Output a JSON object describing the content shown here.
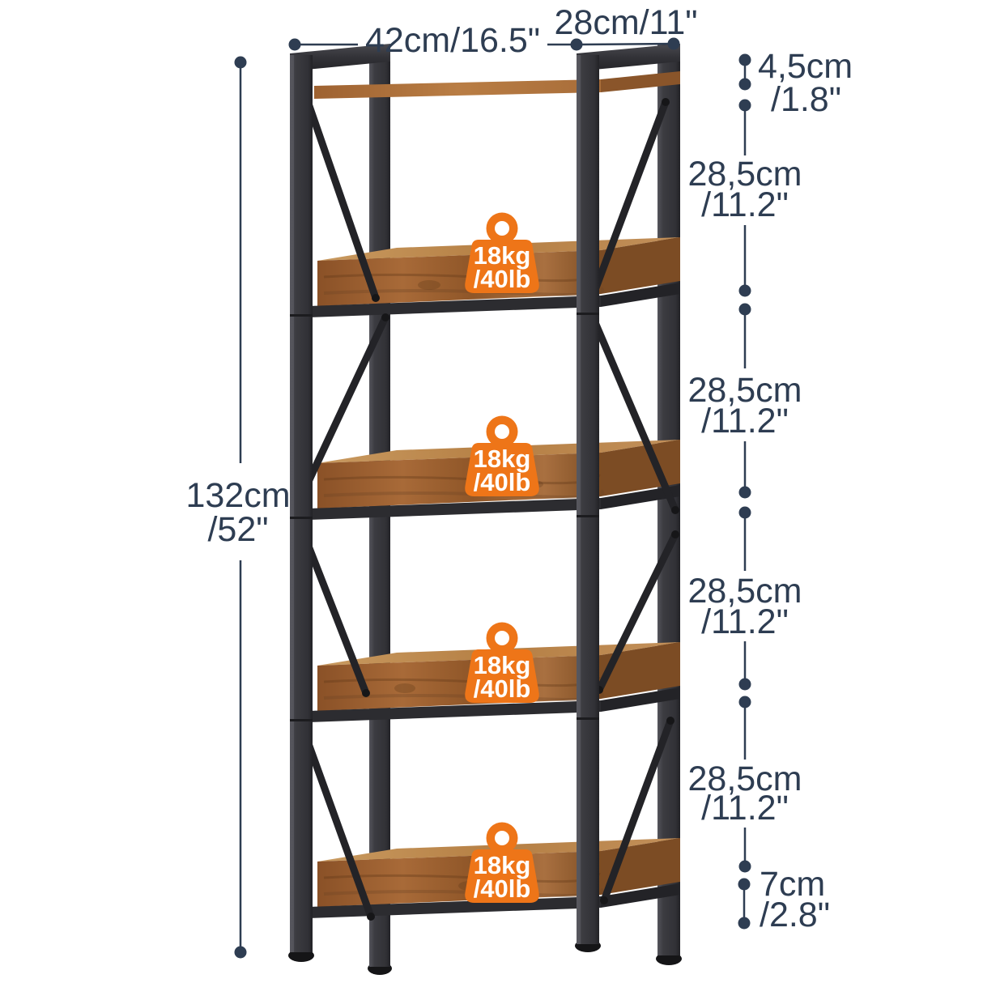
{
  "diagram": {
    "type": "product-dimension-diagram",
    "product": "5-tier industrial bookshelf, black metal frame with rustic brown wood shelves",
    "dims": {
      "width": "42cm/16.5\"",
      "depth": "28cm/11\"",
      "height": [
        "132cm",
        "/52\""
      ],
      "right": [
        [
          "4,5cm",
          "/1.8\""
        ],
        [
          "28,5cm",
          "/11.2\""
        ],
        [
          "28,5cm",
          "/11.2\""
        ],
        [
          "28,5cm",
          "/11.2\""
        ],
        [
          "28,5cm",
          "/11.2\""
        ],
        [
          "7cm",
          "/2.8\""
        ]
      ]
    },
    "badges": [
      [
        "18kg",
        "/40lb"
      ],
      [
        "18kg",
        "/40lb"
      ],
      [
        "18kg",
        "/40lb"
      ],
      [
        "18kg",
        "/40lb"
      ]
    ],
    "colors": {
      "accent_orange": "#EE7518",
      "dimension_navy": "#2E3D52",
      "metal_dark": "#39393D",
      "wood_front": "#9A6130",
      "wood_top": "#C08A52",
      "background": "#FFFFFF"
    }
  }
}
